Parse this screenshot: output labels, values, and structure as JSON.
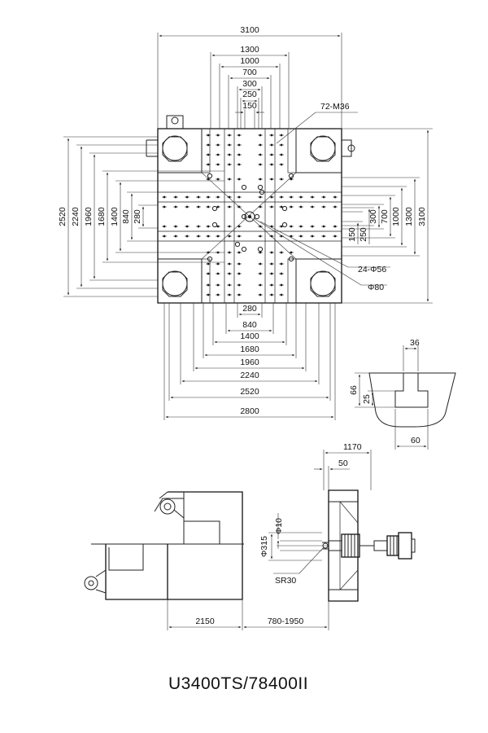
{
  "title": "U3400TS/78400II",
  "platen": {
    "top_dims": [
      "3100",
      "1300",
      "1000",
      "700",
      "300",
      "250",
      "150"
    ],
    "left_dims": [
      "2520",
      "2240",
      "1960",
      "1680",
      "1400",
      "840",
      "280"
    ],
    "right_dims": [
      "3100",
      "1300",
      "1000",
      "700",
      "300",
      "250",
      "150"
    ],
    "bottom_dims": [
      "280",
      "840",
      "1400",
      "1680",
      "1960",
      "2240",
      "2520",
      "2800"
    ],
    "callouts": {
      "thread": "72-M36",
      "holes": "24-Φ56",
      "center": "Φ80"
    }
  },
  "tslot": {
    "top_width": "36",
    "depth_total": "66",
    "depth_inner": "25",
    "bottom_width": "60"
  },
  "side_view": {
    "top_dims": [
      "1170",
      "50"
    ],
    "phi_nozzle": "Φ10",
    "phi_ring": "Φ315",
    "sphere_radius": "SR30",
    "bottom_dims": [
      "2150",
      "780-1950"
    ]
  }
}
